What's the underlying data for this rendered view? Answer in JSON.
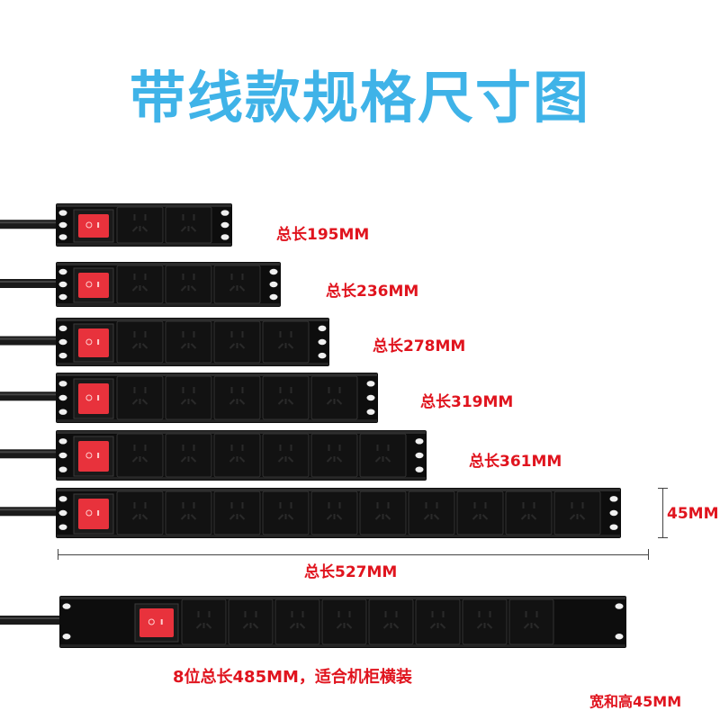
{
  "title": "带线款规格尺寸图",
  "colors": {
    "title": "#3fb3e8",
    "label": "#e0141e",
    "strip": "#0d0d0d",
    "switch": "#e8323c"
  },
  "strips": [
    {
      "outlets": 2,
      "label": "总长195MM"
    },
    {
      "outlets": 3,
      "label": "总长236MM"
    },
    {
      "outlets": 4,
      "label": "总长278MM"
    },
    {
      "outlets": 5,
      "label": "总长319MM"
    },
    {
      "outlets": 6,
      "label": "总长361MM"
    },
    {
      "outlets": 10,
      "label": "总长527MM"
    }
  ],
  "height_label": "45MM",
  "total_label": "总长527MM",
  "rack_strip": {
    "outlets": 8,
    "label": "8位总长485MM，适合机柜横装"
  },
  "footer_label": "宽和高45MM"
}
